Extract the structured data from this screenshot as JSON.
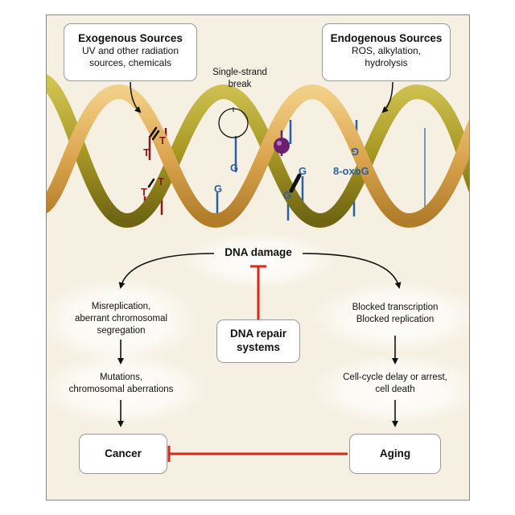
{
  "exogenous": {
    "title": "Exogenous Sources",
    "line1": "UV and other radiation",
    "line2": "sources, chemicals"
  },
  "endogenous": {
    "title": "Endogenous Sources",
    "line1": "ROS, alkylation,",
    "line2": "hydrolysis"
  },
  "single_strand": {
    "line1": "Single-strand",
    "line2": "break"
  },
  "bases": {
    "t1": "T",
    "t2": "T",
    "t3": "T",
    "t4": "T",
    "g1": "G",
    "g2": "G",
    "g3": "G",
    "g4": "G",
    "oxog": "8-oxoG"
  },
  "dna_damage": "DNA damage",
  "repair": {
    "line1": "DNA repair",
    "line2": "systems"
  },
  "left": {
    "misreplication": [
      "Misreplication,",
      "aberrant chromosomal",
      "segregation"
    ],
    "mutations": [
      "Mutations,",
      "chromosomal aberrations"
    ],
    "cancer": "Cancer"
  },
  "right": {
    "blocked": [
      "Blocked transcription",
      "Blocked replication"
    ],
    "arrest": [
      "Cell-cycle delay or arrest,",
      "cell death"
    ],
    "aging": "Aging"
  },
  "colors": {
    "arrow_black": "#111111",
    "inhibit_red": "#d42a1e",
    "thymine": "#8b1a1a",
    "guanine": "#2d5fa0",
    "adduct": "#6b1f6e"
  }
}
